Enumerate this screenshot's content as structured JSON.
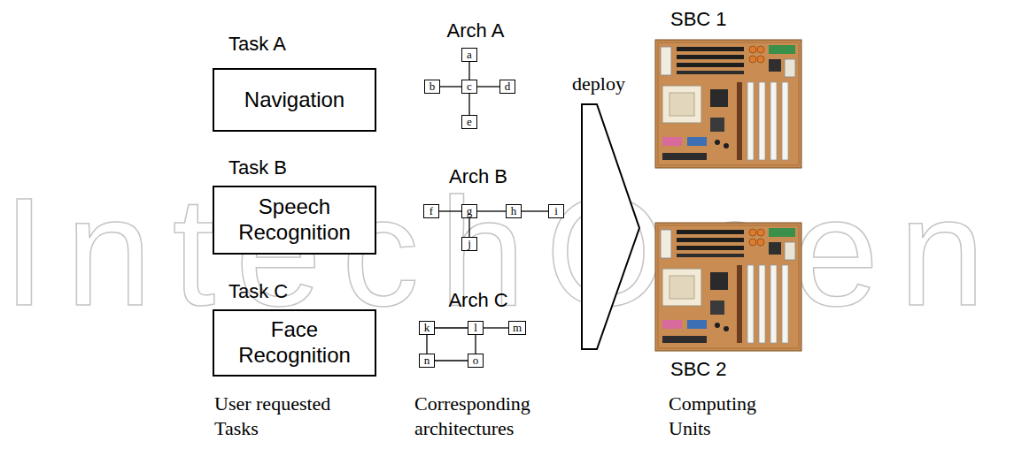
{
  "diagram": {
    "nodes": [
      {
        "text": [
          "Task A",
          "Navigation"
        ]
      },
      {
        "text": [
          "a"
        ]
      },
      {
        "text": [
          "b"
        ]
      },
      {
        "text": [
          "c"
        ]
      },
      {
        "text": [
          "d"
        ]
      },
      {
        "text": [
          "e"
        ]
      },
      {
        "text": [
          "Task B",
          "Speech Recognition"
        ]
      },
      {
        "text": [
          "f"
        ]
      },
      {
        "text": [
          "g"
        ]
      },
      {
        "text": [
          "h"
        ]
      },
      {
        "text": [
          "i"
        ]
      },
      {
        "text": [
          "j"
        ]
      },
      {
        "text": [
          "Task C",
          "Face Recognition"
        ]
      },
      {
        "text": [
          "k"
        ]
      },
      {
        "text": [
          "l"
        ]
      },
      {
        "text": [
          "m"
        ]
      },
      {
        "text": [
          "n"
        ]
      },
      {
        "text": [
          "o"
        ]
      }
    ],
    "edges": [
      {
        "from": 3,
        "to": 1,
        "arrow": "none"
      },
      {
        "from": 3,
        "to": 2,
        "arrow": "none"
      },
      {
        "from": 3,
        "to": 4,
        "arrow": "none"
      },
      {
        "from": 3,
        "to": 5,
        "arrow": "none"
      },
      {
        "from": 7,
        "to": 8,
        "arrow": "none"
      },
      {
        "from": 8,
        "to": 9,
        "arrow": "none"
      },
      {
        "from": 9,
        "to": 10,
        "arrow": "none"
      },
      {
        "from": 8,
        "to": 11,
        "arrow": "none"
      },
      {
        "from": 13,
        "to": 14,
        "arrow": "none"
      },
      {
        "from": 14,
        "to": 15,
        "arrow": "none"
      },
      {
        "from": 13,
        "to": 16,
        "arrow": "none"
      },
      {
        "from": 14,
        "to": 17,
        "arrow": "none"
      },
      {
        "from": 16,
        "to": 17,
        "arrow": "none"
      }
    ],
    "labels": [
      "Arch A",
      "Arch B",
      "Arch C",
      "deploy",
      "SBC 1",
      "SBC 2",
      "User requested Tasks",
      "Corresponding architectures",
      "Computing Units",
      "IntechOpen"
    ]
  }
}
